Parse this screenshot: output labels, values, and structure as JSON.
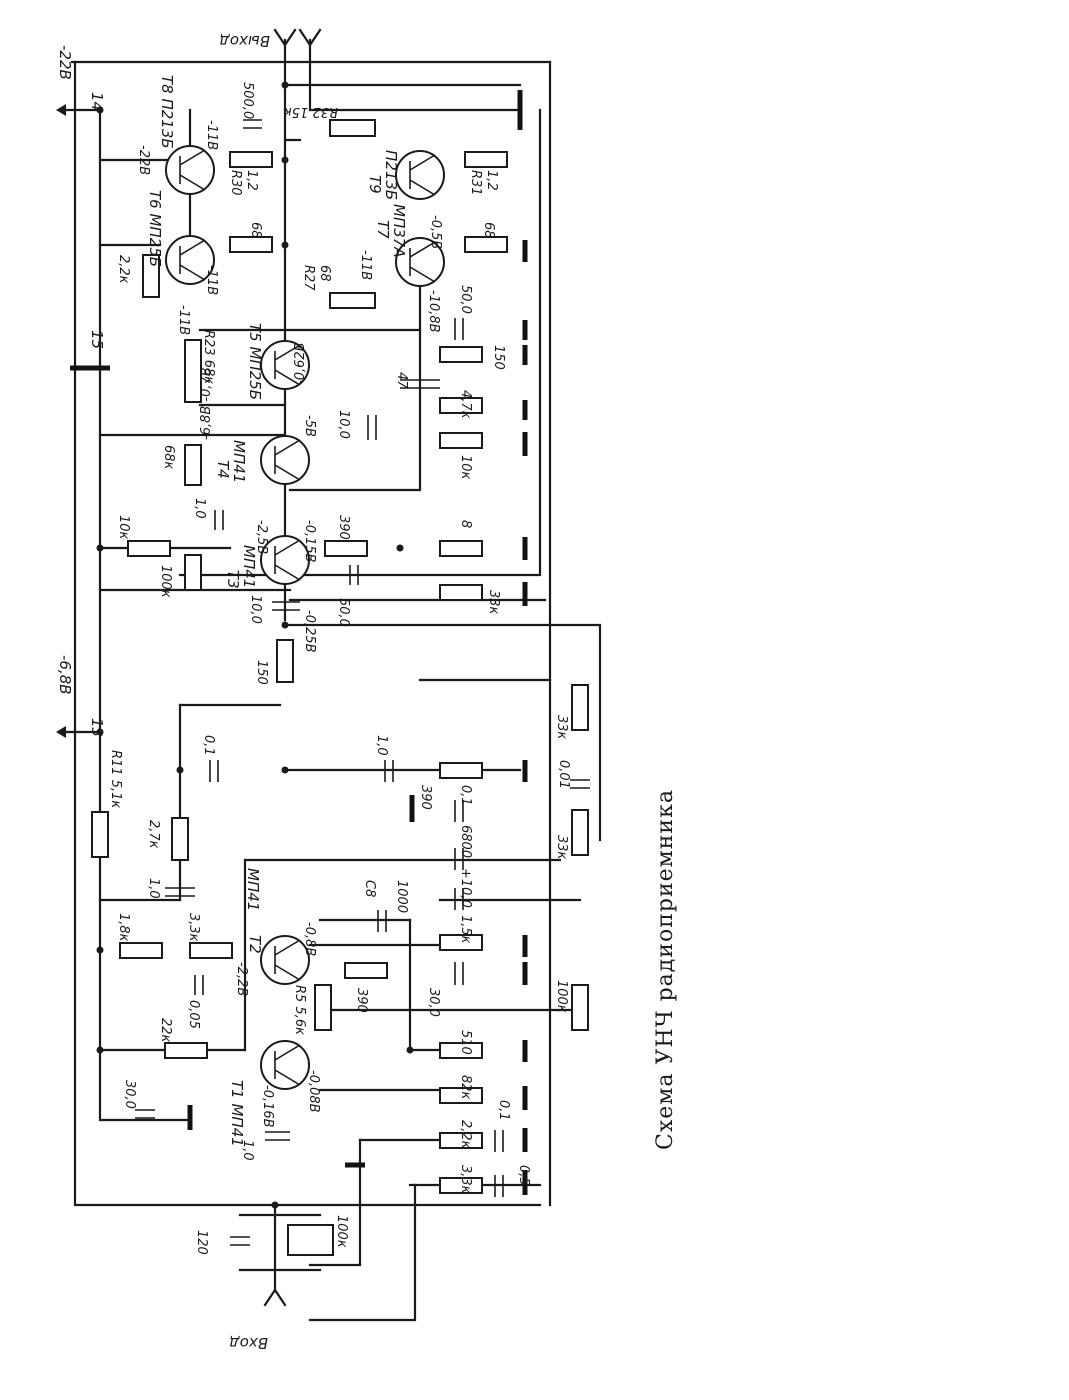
{
  "caption": "Схема УНЧ радиоприемника",
  "terminals": {
    "output": "Выход",
    "input": "Вход",
    "t14": "14",
    "t15": "15",
    "t13": "13",
    "supply_22": "-22В",
    "supply_68": "-6,8В"
  },
  "transistors": {
    "t1": "T1 МП41",
    "t2": "T2",
    "t2_type": "МП41",
    "t3": "T3",
    "t3_type": "МП41",
    "t4": "T4",
    "t4_type": "МП41",
    "t5": "T5 МП25Б",
    "t6": "T6 МП25Б",
    "t7": "T7",
    "t7_type": "МП37А",
    "t8": "T8 П213Б",
    "t9": "T9",
    "t9_type": "П213Б"
  },
  "voltages": {
    "v1": "-0,16В",
    "v2": "-0,08В",
    "v3": "-2,2В",
    "v4": "-0,8В",
    "v5": "-2,5В",
    "v6": "-0,15В",
    "v7": "-0,25В",
    "v8": "-5В",
    "v9": "-6,8В -0,7В",
    "v10": "-0,62В",
    "v11": "-11В",
    "v12": "-10,8В",
    "v13": "-0,5В",
    "v14": "-11В",
    "v15": "-11В",
    "v16": "-22В",
    "v17": "-11В"
  },
  "resistors": {
    "r_in": "100к",
    "r1": "22к",
    "r2": "1,8к",
    "r3": "3,3к",
    "r4": "2,7к",
    "r5": "R5 5,6к",
    "r6": "390",
    "r7": "510",
    "r8": "82к",
    "r9": "2,2к",
    "r10": "3,3к",
    "r11": "R11 5,1к",
    "r12": "1,5к",
    "r13": "390",
    "r14": "150",
    "r15": "100к",
    "r16": "10к",
    "r17": "390",
    "r18": "8",
    "r19": "33к",
    "r20": "68к",
    "r21": "10к",
    "r22": "4,7к",
    "r23": "R23 68к",
    "r24": "150",
    "r25": "2,2к",
    "r26": "68",
    "r27": "R27",
    "r27_val": "68",
    "r28": "68",
    "r30": "R30",
    "r30_val": "1,2",
    "r31": "R31",
    "r31_val": "1,2",
    "r32": "R32 15к",
    "pot1": "100к",
    "pot2": "33к",
    "pot3": "33к"
  },
  "capacitors": {
    "c_in": "120",
    "c1": "1,0",
    "c2": "30,0",
    "c3": "0,05",
    "c4": "1,0",
    "c5": "0,1",
    "c6": "С8",
    "c6_val": "1000",
    "c7": "30,0",
    "c8": "0,1",
    "c9": "0,5",
    "c10": "+10,0",
    "c11": "6800",
    "c12": "0,1",
    "c13": "1,0",
    "c14": "0,01",
    "c15": "10,0",
    "c16": "50,0",
    "c17": "1,0",
    "c18": "10,0",
    "c19": "47",
    "c20": "50,0",
    "c21": "500,0"
  }
}
